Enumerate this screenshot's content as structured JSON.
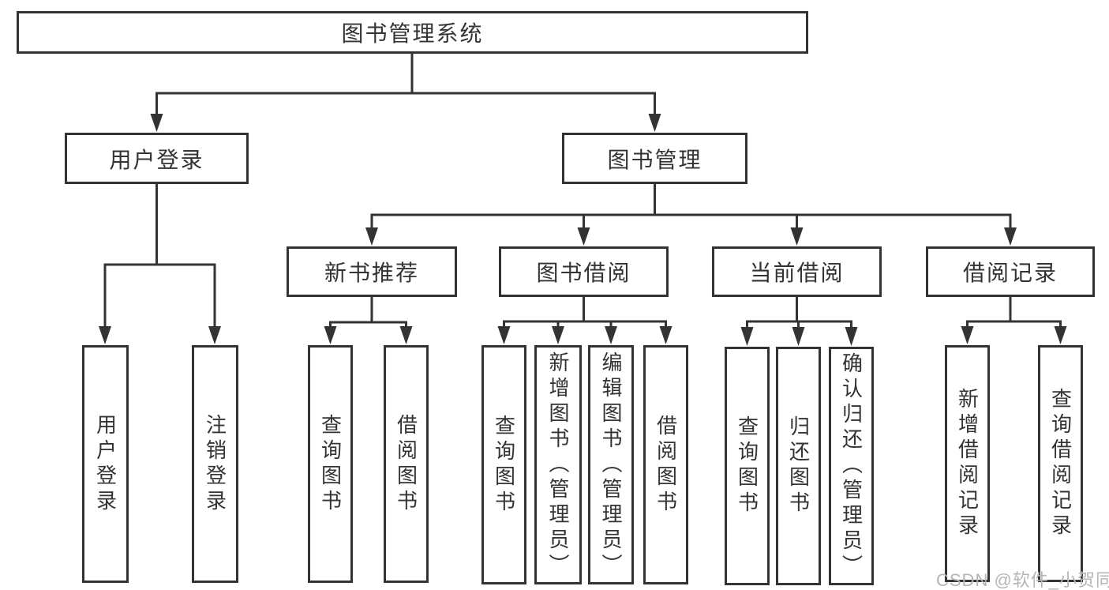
{
  "diagram": {
    "type": "tree",
    "root": {
      "label": "图书管理系统"
    },
    "branches": [
      {
        "label": "用户登录",
        "children": [
          "用户登录",
          "注销登录"
        ]
      },
      {
        "label": "图书管理",
        "modules": [
          {
            "label": "新书推荐",
            "children": [
              "查询图书",
              "借阅图书"
            ]
          },
          {
            "label": "图书借阅",
            "children": [
              "查询图书",
              "新增图书（管理员）",
              "编辑图书（管理员）",
              "借阅图书"
            ]
          },
          {
            "label": "当前借阅",
            "children": [
              "查询图书",
              "归还图书",
              "确认归还（管理员）"
            ]
          },
          {
            "label": "借阅记录",
            "children": [
              "新增借阅记录",
              "查询借阅记录"
            ]
          }
        ]
      }
    ],
    "watermark": "CSDN @软件_小贺同学",
    "colors": {
      "line": "#333333",
      "text": "#333333",
      "watermark": "#b5b5b5",
      "background": "#ffffff"
    }
  }
}
